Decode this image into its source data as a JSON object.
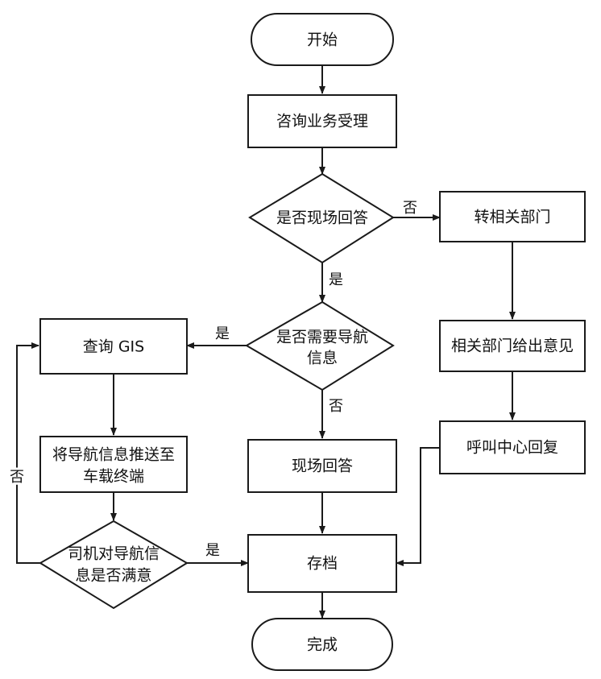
{
  "nodes": {
    "start": "开始",
    "accept": "咨询业务受理",
    "answer_on_site_q": "是否现场回答",
    "transfer": "转相关部门",
    "dept_opinion": "相关部门给出意见",
    "call_center_reply": "呼叫中心回复",
    "need_nav_q_line1": "是否需要导航",
    "need_nav_q_line2": "信息",
    "query_gis": "查询 GIS",
    "push_nav_line1": "将导航信息推送至",
    "push_nav_line2": "车载终端",
    "on_site_answer": "现场回答",
    "driver_satisfied_q_line1": "司机对导航信",
    "driver_satisfied_q_line2": "息是否满意",
    "archive": "存档",
    "finish": "完成"
  },
  "edge_labels": {
    "answer_no": "否",
    "answer_yes": "是",
    "nav_yes": "是",
    "nav_no": "否",
    "satisfied_yes": "是",
    "satisfied_no": "否"
  }
}
